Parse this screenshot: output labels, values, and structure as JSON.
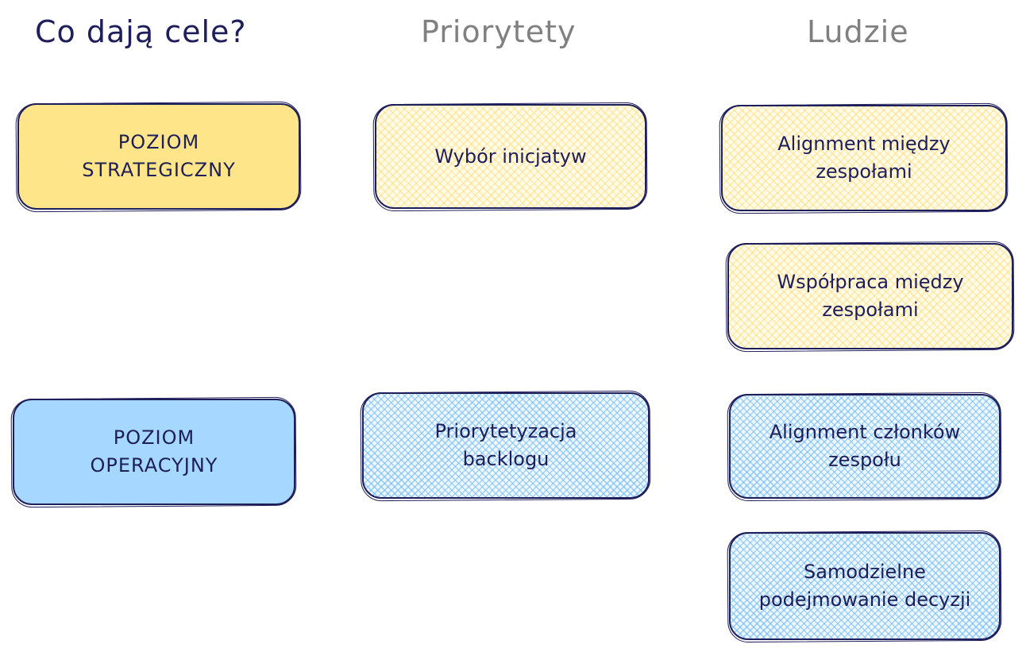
{
  "headings": {
    "main": "Co dają cele?",
    "priorities": "Priorytety",
    "people": "Ludzie"
  },
  "levels": {
    "strategic": "POZIOM\nSTRATEGICZNY",
    "operational": "POZIOM\nOPERACYJNY"
  },
  "priorities": {
    "strategic": "Wybór inicjatyw",
    "operational": "Priorytetyzacja\nbacklogu"
  },
  "people": {
    "strategic_1": "Alignment między\nzespołami",
    "strategic_2": "Współpraca między\nzespołami",
    "operational_1": "Alignment członków\nzespołu",
    "operational_2": "Samodzielne\npodejmowanie decyzji"
  },
  "colors": {
    "ink": "#1e1e5a",
    "heading_gray": "#808080",
    "yellow": "#ffe58a",
    "blue": "#a6d8ff"
  }
}
